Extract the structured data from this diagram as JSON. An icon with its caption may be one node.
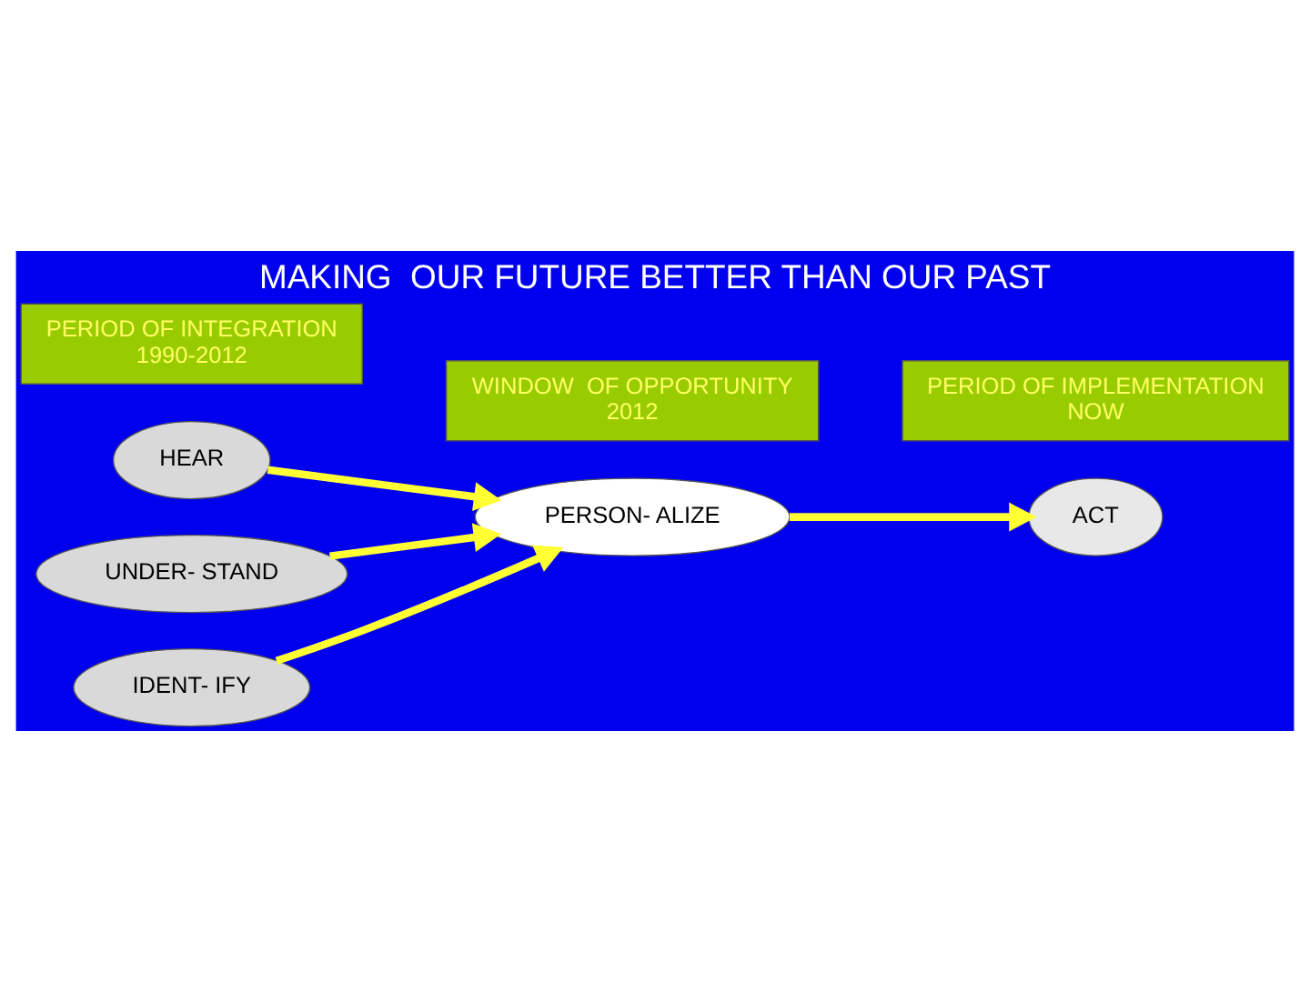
{
  "diagram": {
    "title": "MAKING  OUR FUTURE BETTER THAN OUR PAST",
    "nodes": [
      {
        "text": [
          "PERIOD OF INTEGRATION",
          "1990-2012"
        ]
      },
      {
        "text": [
          "WINDOW  OF OPPORTUNITY",
          "2012"
        ]
      },
      {
        "text": [
          "PERIOD OF IMPLEMENTATION",
          "NOW"
        ]
      },
      {
        "text": [
          "HEAR"
        ]
      },
      {
        "text": [
          "UNDER- STAND"
        ]
      },
      {
        "text": [
          "IDENT- IFY"
        ]
      },
      {
        "text": [
          "PERSON- ALIZE"
        ]
      },
      {
        "text": [
          "ACT"
        ]
      }
    ],
    "edges": [
      {
        "from": 3,
        "to": 6,
        "arrow": "to"
      },
      {
        "from": 4,
        "to": 6,
        "arrow": "to"
      },
      {
        "from": 5,
        "to": 6,
        "arrow": "to"
      },
      {
        "from": 6,
        "to": 7,
        "arrow": "to"
      }
    ]
  }
}
